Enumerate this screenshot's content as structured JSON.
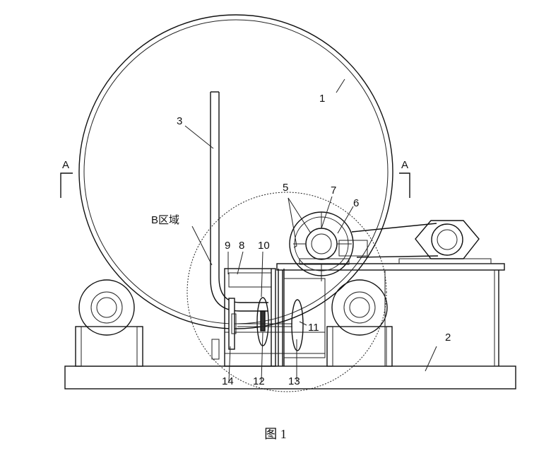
{
  "labels": {
    "l1": "1",
    "l2": "2",
    "l3": "3",
    "l5": "5",
    "l6": "6",
    "l7": "7",
    "l8": "8",
    "l9": "9",
    "l10": "10",
    "l11": "11",
    "l12": "12",
    "l13": "13",
    "l14": "14",
    "sectionA_left": "A",
    "sectionA_right": "A",
    "regionB": "B区域"
  },
  "caption": "图 1"
}
